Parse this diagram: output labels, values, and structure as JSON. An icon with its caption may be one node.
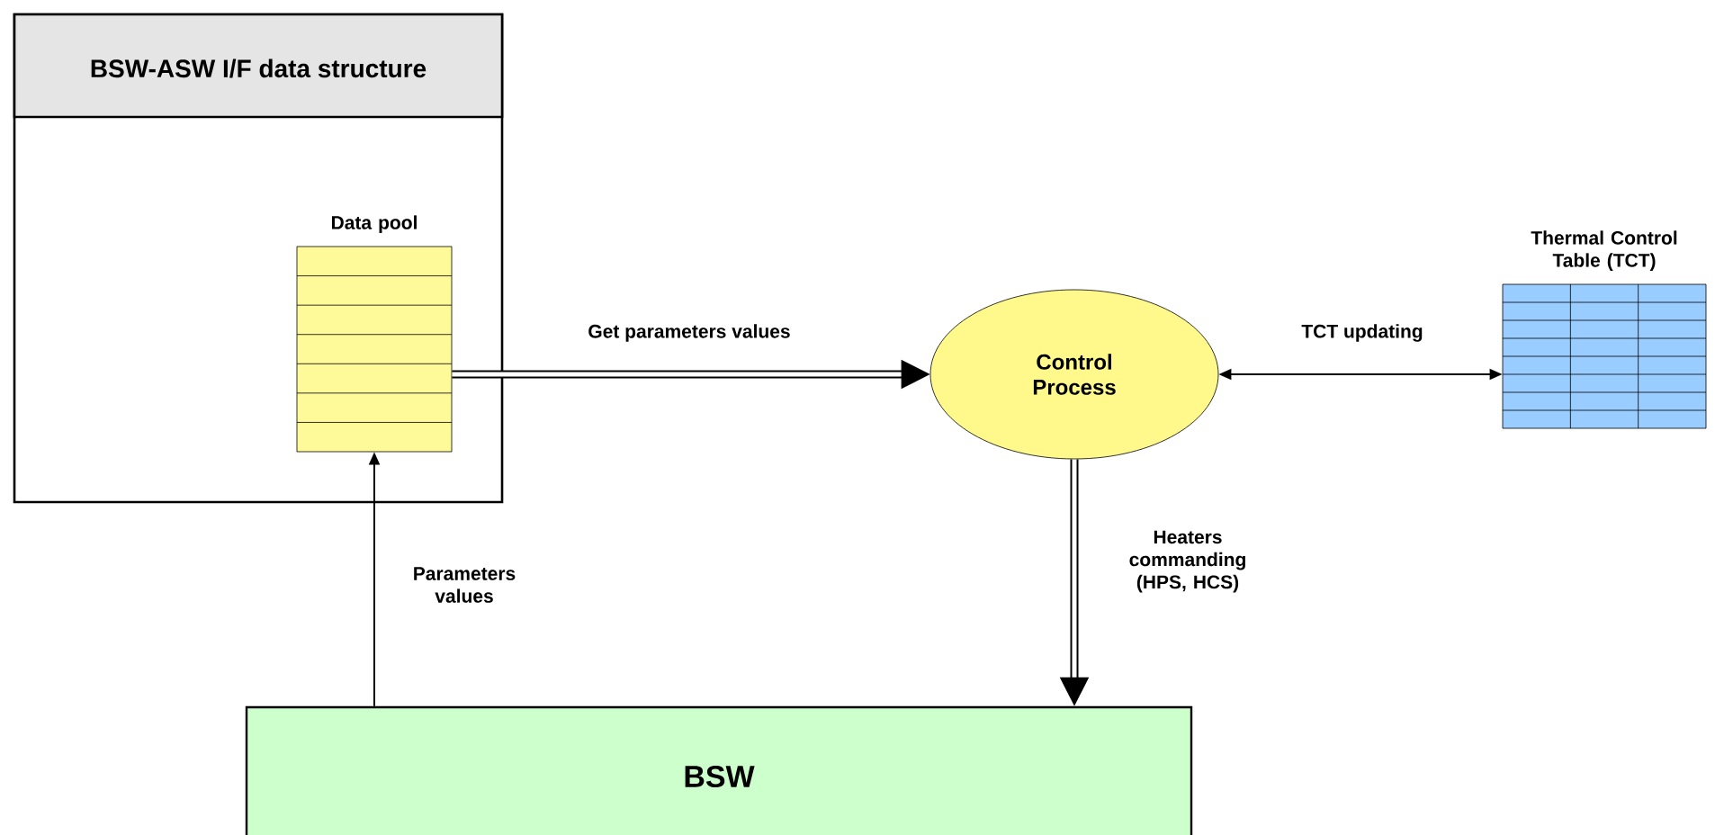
{
  "diagram": {
    "nodes": [
      {
        "text": [
          "BSW-ASW I/F data structure"
        ]
      },
      {
        "text": [
          "Data pool"
        ],
        "in": 0
      },
      {
        "text": [
          "Control Process"
        ]
      },
      {
        "text": [
          "Thermal Control Table (TCT)"
        ]
      },
      {
        "text": [
          "BSW"
        ]
      }
    ],
    "edges": [
      {
        "from": 1,
        "to": 2,
        "arrow": "to",
        "label": "Get parameters values",
        "style": "thick"
      },
      {
        "from": 2,
        "to": 3,
        "arrow": "both",
        "label": "TCT updating"
      },
      {
        "from": 2,
        "to": 4,
        "arrow": "to",
        "label": "Heaters commanding (HPS, HCS)",
        "style": "thick"
      },
      {
        "from": 4,
        "to": 1,
        "arrow": "to",
        "label": "Parameters values"
      }
    ]
  }
}
